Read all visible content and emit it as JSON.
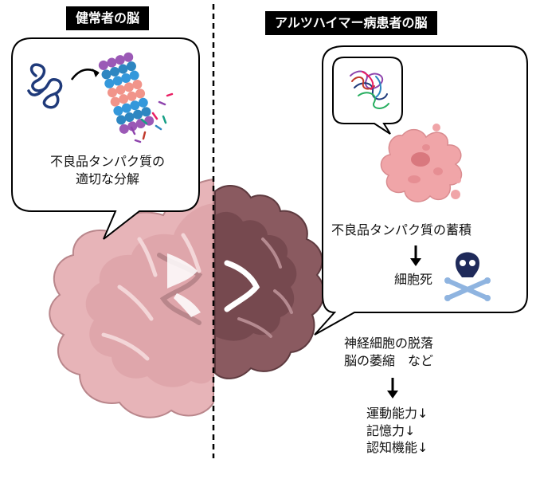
{
  "healthy": {
    "header": "健常者の脳",
    "bubble_line1": "不良品タンパク質の",
    "bubble_line2": "適切な分解"
  },
  "alzheimer": {
    "header": "アルツハイマー病患者の脳",
    "accumulation": "不良品タンパク質の蓄積",
    "cell_death": "細胞死"
  },
  "consequences": {
    "line1": "神経細胞の脱落",
    "line2": "脳の萎縮　など"
  },
  "symptoms": {
    "line1": "運動能力↓",
    "line2": "記憶力↓",
    "line3": "認知機能↓"
  }
}
